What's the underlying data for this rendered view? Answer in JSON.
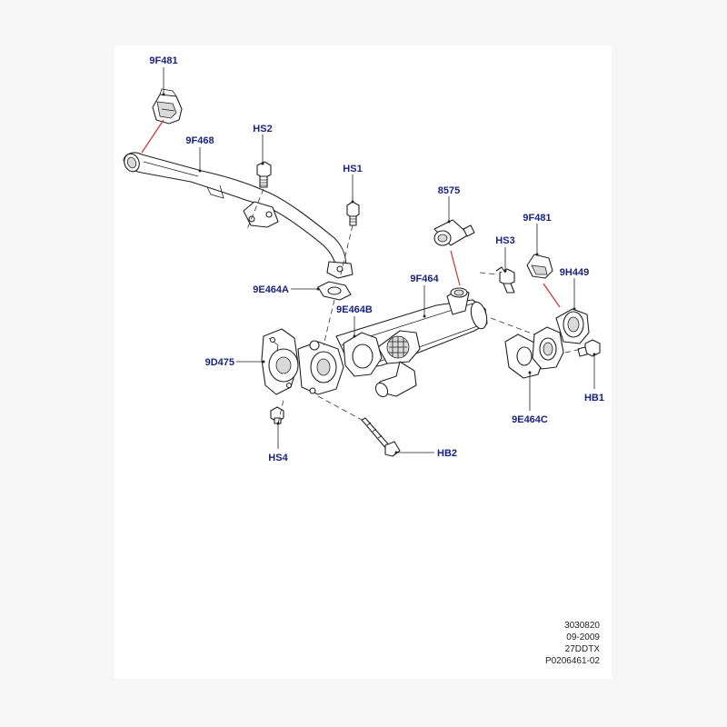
{
  "parts": {
    "9F481_top": "9F481",
    "9F468": "9F468",
    "HS2": "HS2",
    "HS1": "HS1",
    "8575": "8575",
    "9F481_right": "9F481",
    "HS3": "HS3",
    "9H449": "9H449",
    "9F464": "9F464",
    "9E464A": "9E464A",
    "9E464B": "9E464B",
    "9D475": "9D475",
    "HB1": "HB1",
    "9E464C": "9E464C",
    "HS4": "HS4",
    "HB2": "HB2"
  },
  "info": {
    "line1": "3030820",
    "line2": "09-2009",
    "line3": "27DDTX",
    "line4": "P0206461-02"
  },
  "colors": {
    "label": "#1a237e",
    "pointer": "#d32f2f",
    "line": "#222222",
    "background": "#f6f6f6",
    "sheet": "#ffffff"
  }
}
